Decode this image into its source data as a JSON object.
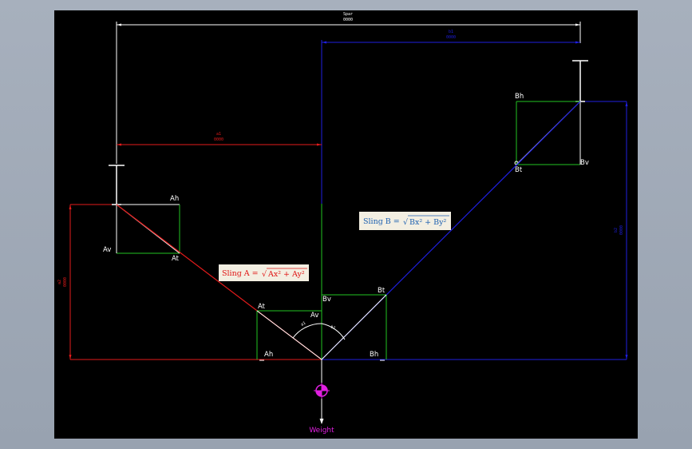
{
  "canvas": {
    "background": "#000000",
    "frame": "#a7b0bd"
  },
  "colors": {
    "sling_a": "#e31b1b",
    "sling_b": "#1f1fe0",
    "components": "#22c322",
    "geometry": "#ffffff",
    "weight": "#e01fe0"
  },
  "dimensions": {
    "span": {
      "top": "Spar",
      "bottom": "0000"
    },
    "sling_b_horizontal": {
      "top": "b1",
      "bottom": "0000"
    },
    "sling_a_horizontal": {
      "top": "a1",
      "bottom": "0000"
    },
    "sling_a_vertical": {
      "top": "a2",
      "bottom": "0000"
    },
    "sling_b_vertical": {
      "top": "b2",
      "bottom": "0000"
    }
  },
  "angle_labels": {
    "a": "a1",
    "b": "b1"
  },
  "left_pickup": {
    "ah": "Ah",
    "av": "Av",
    "at": "At"
  },
  "right_pickup": {
    "bh": "Bh",
    "bv": "Bv",
    "bt": "Bt"
  },
  "center_left": {
    "at": "At",
    "av": "Av",
    "ah": "Ah"
  },
  "center_right": {
    "bv": "Bv",
    "bt": "Bt",
    "bh": "Bh"
  },
  "formulas": {
    "sling_a": {
      "label": "Sling A =",
      "radicand": "Ax² + Ay²"
    },
    "sling_b": {
      "label": "Sling B =",
      "radicand": "Bx² + By²"
    }
  },
  "weight_label": "Weight",
  "weight_icon": "center-of-gravity-icon"
}
